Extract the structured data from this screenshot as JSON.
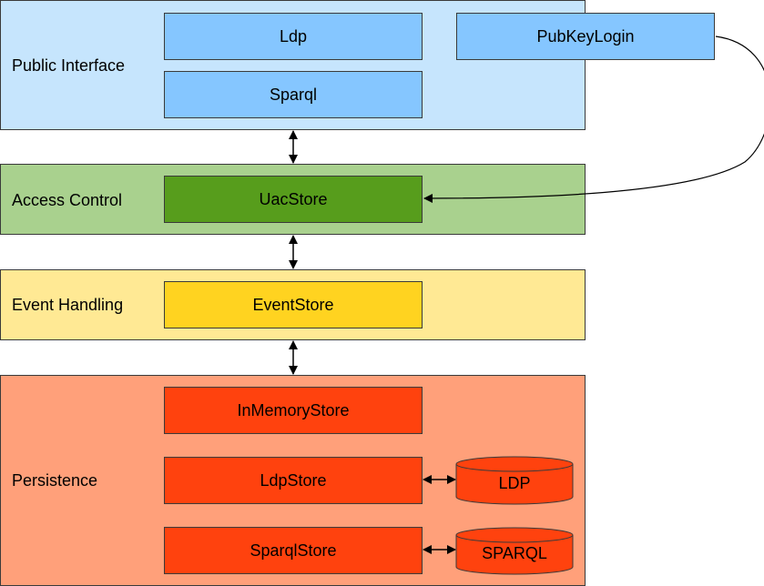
{
  "layers": {
    "public_interface": {
      "label": "Public Interface",
      "boxes": {
        "ldp": "Ldp",
        "sparql": "Sparql",
        "pubkeylogin": "PubKeyLogin"
      }
    },
    "access_control": {
      "label": "Access Control",
      "boxes": {
        "uacstore": "UacStore"
      }
    },
    "event_handling": {
      "label": "Event Handling",
      "boxes": {
        "eventstore": "EventStore"
      }
    },
    "persistence": {
      "label": "Persistence",
      "boxes": {
        "inmemorystore": "InMemoryStore",
        "ldpstore": "LdpStore",
        "sparqlstore": "SparqlStore"
      },
      "databases": {
        "ldp": "LDP",
        "sparql": "SPARQL"
      }
    }
  },
  "colors": {
    "public_bg": "#c6e5fd",
    "public_box": "#85c6ff",
    "access_bg": "#a9d18e",
    "access_box": "#579d1c",
    "event_bg": "#ffe994",
    "event_box": "#ffd320",
    "persistence_bg": "#ffa07a",
    "persistence_box": "#ff420e",
    "border": "#3a3a3a"
  }
}
